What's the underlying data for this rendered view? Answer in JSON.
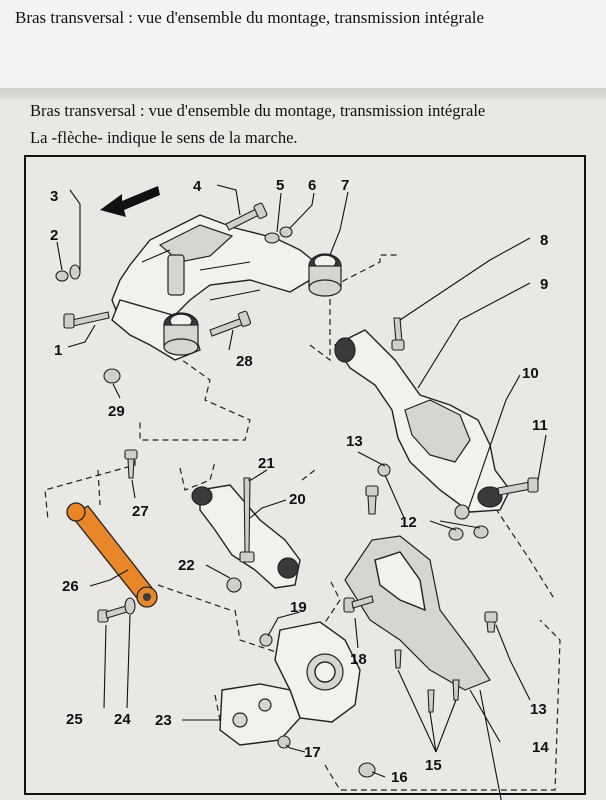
{
  "page": {
    "top_title": "Bras transversal : vue d'ensemble du montage, transmission intégrale",
    "heading": "Bras transversal : vue d'ensemble du montage, transmission intégrale",
    "subheading": "La -flèche- indique le sens de la marche."
  },
  "diagram": {
    "callouts": {
      "c1": "1",
      "c2": "2",
      "c3": "3",
      "c4": "4",
      "c5": "5",
      "c6": "6",
      "c7": "7",
      "c8": "8",
      "c9": "9",
      "c10": "10",
      "c11": "11",
      "c12": "12",
      "c13a": "13",
      "c13b": "13",
      "c14": "14",
      "c15": "15",
      "c16": "16",
      "c17": "17",
      "c18": "18",
      "c19": "19",
      "c20": "20",
      "c21": "21",
      "c22": "22",
      "c23": "23",
      "c24": "24",
      "c25": "25",
      "c26": "26",
      "c27": "27",
      "c28": "28",
      "c29": "29"
    },
    "colors": {
      "highlight": "#e8862a",
      "ink": "#111111",
      "paper": "#e9e8e4"
    }
  }
}
